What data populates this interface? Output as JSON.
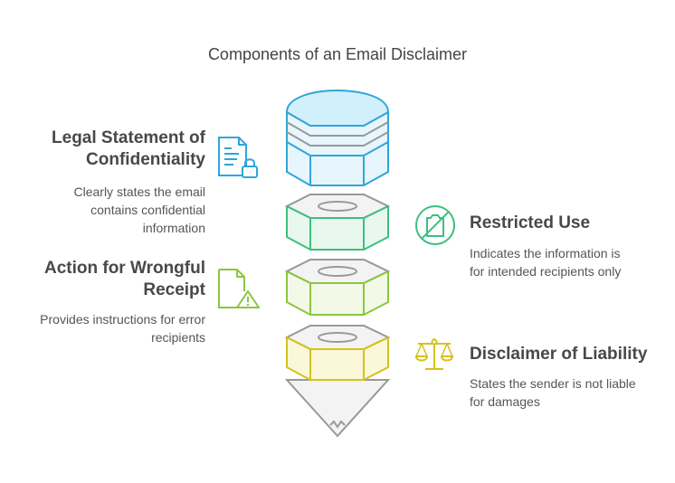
{
  "title": "Components of an Email Disclaimer",
  "items": [
    {
      "heading": "Legal Statement of Confidentiality",
      "heading_lines": [
        "Legal Statement of",
        "Confidentiality"
      ],
      "description_lines": [
        "Clearly states the email",
        "contains confidential",
        "information"
      ],
      "icon": "locked-document-icon",
      "color": "#2ea6d9"
    },
    {
      "heading": "Restricted Use",
      "description_lines": [
        "Indicates the information is",
        "for intended recipients only"
      ],
      "icon": "prohibited-bag-icon",
      "color": "#3cc07f"
    },
    {
      "heading": "Action for Wrongful Receipt",
      "heading_lines": [
        "Action for Wrongful",
        "Receipt"
      ],
      "description_lines": [
        "Provides instructions for error",
        "recipients"
      ],
      "icon": "document-warning-icon",
      "color": "#8cc63f"
    },
    {
      "heading": "Disclaimer of Liability",
      "description_lines": [
        "States the sender is not liable",
        "for damages"
      ],
      "icon": "scales-icon",
      "color": "#d4c21f"
    }
  ]
}
